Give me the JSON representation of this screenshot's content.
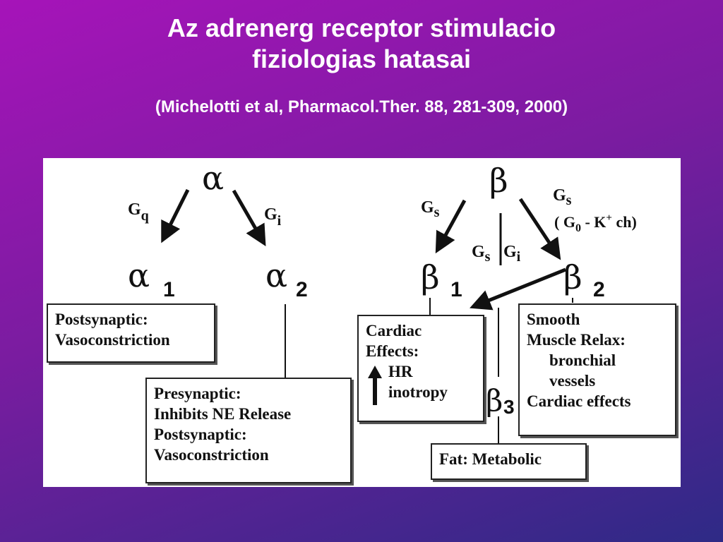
{
  "title_line1": "Az adrenerg receptor stimulacio",
  "title_line2": "fiziologias hatasai",
  "citation": "(Michelotti et al, Pharmacol.Ther. 88, 281-309, 2000)",
  "diagram": {
    "alpha": "α",
    "beta": "β",
    "alpha1_sym": "α",
    "alpha1_num": "1",
    "alpha2_sym": "α",
    "alpha2_num": "2",
    "beta1_sym": "β",
    "beta1_num": "1",
    "beta2_sym": "β",
    "beta2_num": "2",
    "beta3_sym": "β",
    "beta3_num": "3",
    "gq_g": "G",
    "gq_sub": "q",
    "gi_g": "G",
    "gi_sub": "i",
    "gs_left_g": "G",
    "gs_left_sub": "s",
    "gs_mid_g": "G",
    "gs_mid_sub": "s",
    "gi_mid_g": "G",
    "gi_mid_sub": "i",
    "gs_right_g": "G",
    "gs_right_sub": "s",
    "go_open": "( G",
    "go_sub": "0",
    "go_rest": " - K",
    "go_sup": "+",
    "go_end": " ch)"
  },
  "boxes": {
    "alpha1": [
      "Postsynaptic:",
      "Vasoconstriction"
    ],
    "alpha2": [
      "Presynaptic:",
      "Inhibits  NE  Release",
      "Postsynaptic:",
      "Vasoconstriction"
    ],
    "beta1": [
      "Cardiac",
      "Effects:",
      "HR",
      "inotropy"
    ],
    "beta2": [
      "Smooth",
      "Muscle  Relax:",
      "bronchial",
      "vessels",
      "Cardiac  effects"
    ],
    "beta3": [
      "Fat:  Metabolic"
    ]
  }
}
